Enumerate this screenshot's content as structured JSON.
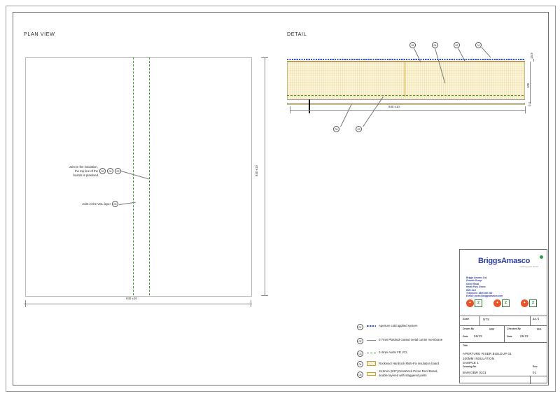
{
  "sheet": {
    "plan_view_title": "PLAN VIEW",
    "detail_view_title": "DETAIL"
  },
  "plan": {
    "annotation_1": "Joint in the insulation,\nthe top line of the\nboards is plastised",
    "annotation_1_bubbles": [
      "05",
      "04",
      "02"
    ],
    "annotation_2": "Joint in the VCL layer",
    "annotation_2_bubbles": [
      "03"
    ],
    "dim_bottom": "840 ±10",
    "dim_right": "840 ±10"
  },
  "detail": {
    "callouts_top": [
      "05",
      "04",
      "02",
      "01"
    ],
    "callouts_bottom": [
      "05",
      "03"
    ],
    "dim_bottom": "840 ±10",
    "dim_right_top": "15.9",
    "dim_right_mid": "100",
    "dim_right_bot": "0.4"
  },
  "key": {
    "items": [
      {
        "code": "01",
        "swatch": "dotted-blue",
        "text": "Aperture cold applied system"
      },
      {
        "code": "02",
        "swatch": "solid-grey",
        "text": "0.7mm Plastisol coated metal carrier membrane"
      },
      {
        "code": "03",
        "swatch": "dashed-green",
        "text": "0.4mm  Aurtix FR VCL"
      },
      {
        "code": "04",
        "swatch": "hatch-amber",
        "text": "Rockwool Hardrock Multi-Fix insulation board"
      },
      {
        "code": "05",
        "swatch": "block-amber",
        "text": "15.9mm (5/8\") DensDeck Prime Roof Board,\ndouble layered with staggered joints"
      }
    ]
  },
  "title_block": {
    "logo": "BriggsAmasco",
    "logo_tagline": "roofing your world",
    "address": "Briggs Amasco Ltd.\nPremier Group\nUnion Road\nHeath Park, Essex\nRM1 0AS\nTelephone: 0800 000 000\nE-mail: yorks@briggsamasco.com",
    "certs": [
      "2",
      "2",
      "2"
    ],
    "scale_label": "Scale",
    "scale_value": "NTS",
    "sheet_value": "A4 / 1",
    "drawn_by_label": "Drawn  By",
    "drawn_by_value": "WB",
    "checked_by_label": "Checked  By",
    "checked_by_value": "MK",
    "date_label_1": "Date",
    "date_value_1": "06/23",
    "date_label_2": "Date",
    "date_value_2": "06/23",
    "title_label": "Title",
    "title_value": "APERTURE RISER BUILDUP 01\n100MM INSULATION\nSAMPLE 1",
    "drawing_no_label": "Drawing  No",
    "drawing_no_value": "BAM  DBW  0101",
    "rev_label": "Rev",
    "rev_value": "01"
  },
  "colors": {
    "membrane_blue": "#3b4fd8",
    "vcl_green": "#3f9c35",
    "insulation_amber": "#c9a227",
    "brand_blue": "#2f3e9e",
    "cert_orange": "#e8532a"
  }
}
